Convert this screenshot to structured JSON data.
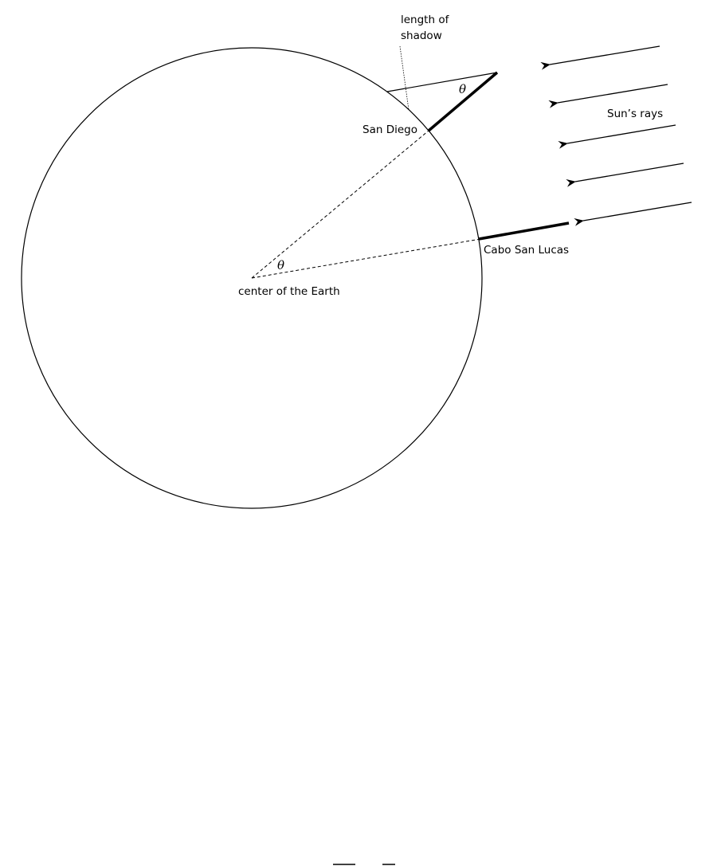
{
  "labels": {
    "shadow_line1": "length of",
    "shadow_line2": "shadow",
    "theta_top": "θ",
    "sun_rays": "Sun’s rays",
    "san_diego": "San Diego",
    "cabo": "Cabo San Lucas",
    "theta_center": "θ",
    "center": "center of the Earth"
  },
  "colors": {
    "stroke": "#000000",
    "background": "#ffffff"
  }
}
